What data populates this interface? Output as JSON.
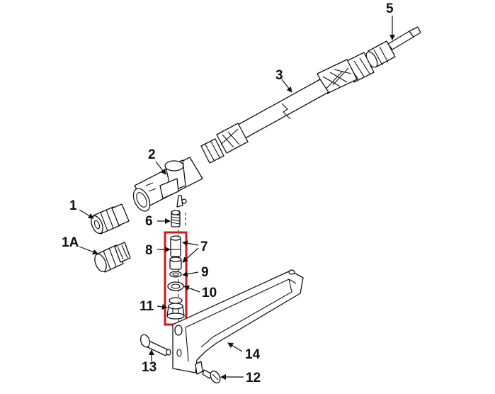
{
  "labels": {
    "l1": "1",
    "l1a": "1A",
    "l2": "2",
    "l3": "3",
    "l5": "5",
    "l6": "6",
    "l7": "7",
    "l8": "8",
    "l9": "9",
    "l10": "10",
    "l11": "11",
    "l12": "12",
    "l13": "13",
    "l14": "14"
  },
  "colors": {
    "highlight": "#d9141b",
    "line": "#111111"
  }
}
